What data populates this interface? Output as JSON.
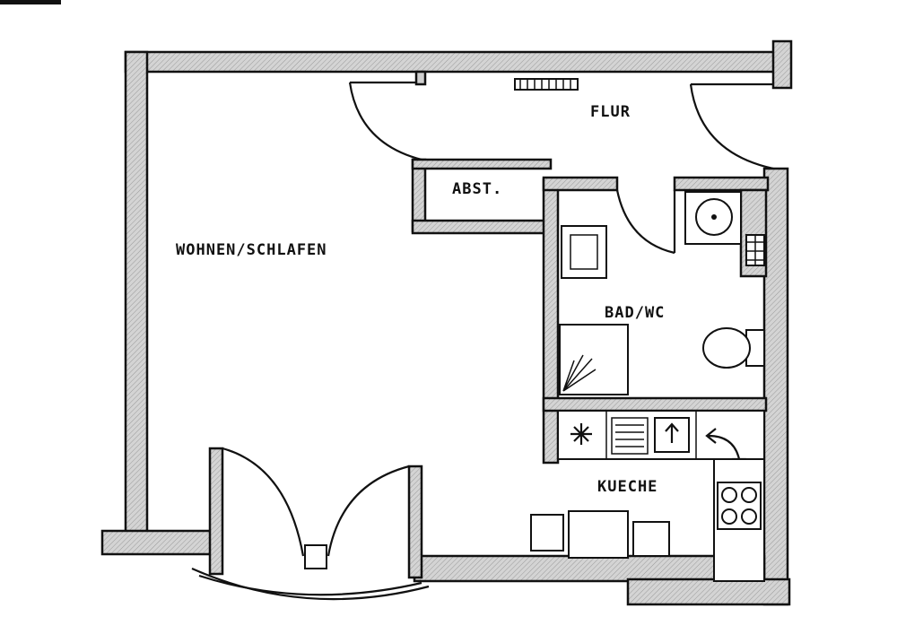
{
  "rooms": {
    "flur": "FLUR",
    "abst": "ABST.",
    "wohnen": "WOHNEN/SCHLAFEN",
    "bad": "BAD/WC",
    "kueche": "KUECHE"
  },
  "colors": {
    "ink": "#111111",
    "wall_fill": "#cfcfcf",
    "paper": "#ffffff"
  }
}
